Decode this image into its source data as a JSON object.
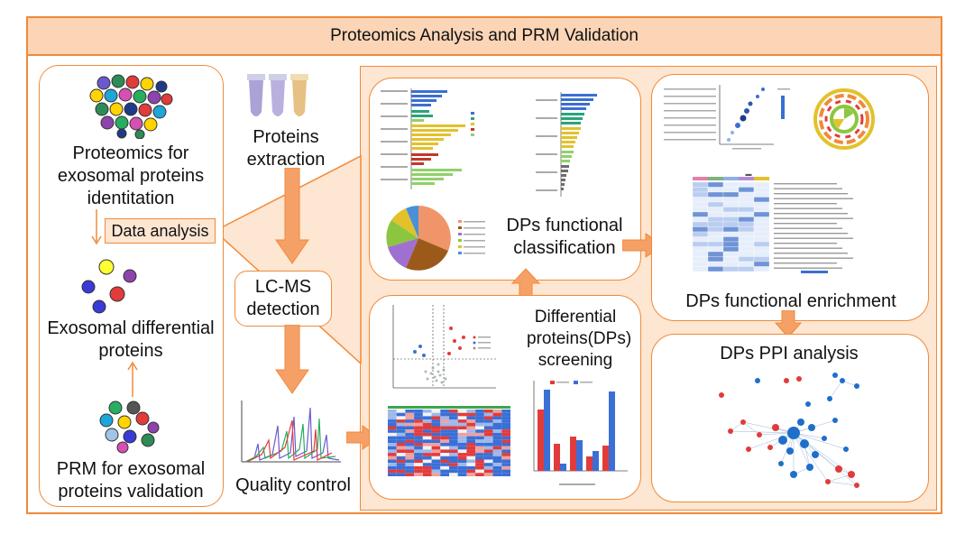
{
  "title": "Proteomics Analysis and PRM Validation",
  "left": {
    "proteomics_label": "Proteomics for exosomal proteins identitation",
    "data_analysis_label": "Data analysis",
    "differential_label": "Exosomal differential proteins",
    "prm_label": "PRM for exosomal proteins validation"
  },
  "middle": {
    "extraction_label": "Proteins extraction",
    "lcms_label": "LC-MS detection",
    "qc_label": "Quality control"
  },
  "results": {
    "functional_classification_label": "DPs functional classification",
    "screening_label": "Differential proteins(DPs) screening",
    "enrichment_label": "DPs functional enrichment",
    "ppi_label": "DPs PPI analysis"
  },
  "colors": {
    "accent": "#f08a3a",
    "title_fill": "#fbd5b6",
    "panel_fill": "#fde6d2"
  }
}
